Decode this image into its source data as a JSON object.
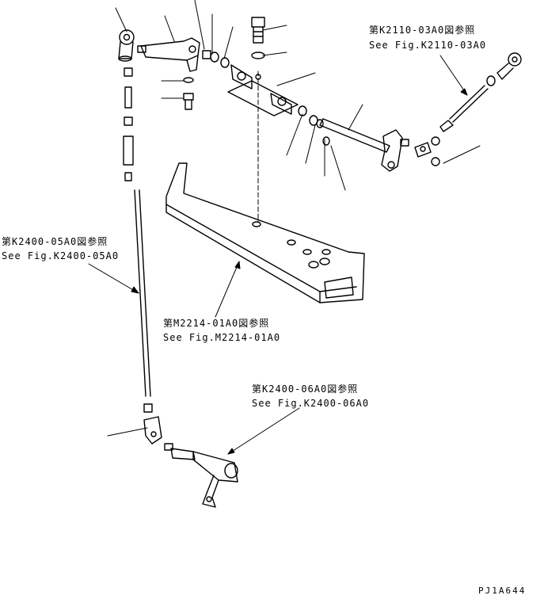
{
  "references": [
    {
      "id": "ref_k2110",
      "jp": "第K2110-03A0図参照",
      "en": "See Fig.K2110-03A0"
    },
    {
      "id": "ref_k2400_05",
      "jp": "第K2400-05A0図参照",
      "en": "See Fig.K2400-05A0"
    },
    {
      "id": "ref_m2214",
      "jp": "第M2214-01A0図参照",
      "en": "See Fig.M2214-01A0"
    },
    {
      "id": "ref_k2400_06",
      "jp": "第K2400-06A0図参照",
      "en": "See Fig.K2400-06A0"
    }
  ],
  "drawing_code": "PJ1A644"
}
